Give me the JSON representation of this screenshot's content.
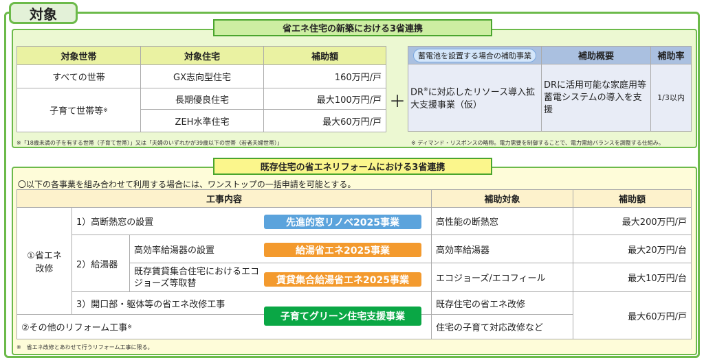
{
  "tab_label": "対象",
  "new_build": {
    "title": "省エネ住宅の新築における3省連携",
    "headers": [
      "対象世帯",
      "対象住宅",
      "補助額"
    ],
    "rows": [
      {
        "household": "すべての世帯",
        "house": "GX志向型住宅",
        "amount": "160万円/戸"
      },
      {
        "household": "子育て世帯等",
        "house": "長期優良住宅",
        "amount": "最大100万円/戸"
      },
      {
        "house": "ZEH水準住宅",
        "amount": "最大60万円/戸"
      }
    ],
    "mark": "※",
    "plus": "＋",
    "footnote": "※「18歳未満の子を有する世帯（子育て世帯）」又は「夫婦のいずれかが39歳以下の世帯（若者夫婦世帯）」",
    "battery": {
      "headers": [
        "蓄電池を設置する場合の補助事業",
        "補助概要",
        "補助率"
      ],
      "program_a": "DR",
      "program_b": "に対応したリソース導入拡大支援事業（仮）",
      "summary": "DRに活用可能な家庭用等蓄電システムの導入を支援",
      "rate": "1/3以内",
      "footnote": "※ ディマンド・リスポンスの略称。電力需要を制御することで、電力需給バランスを調整する仕組み。"
    }
  },
  "reform": {
    "title": "既存住宅の省エネリフォームにおける3省連携",
    "intro": "〇以下の各事業を組み合わせて利用する場合には、ワンストップの一括申請を可能とする。",
    "headers": [
      "工事内容",
      "補助対象",
      "補助額"
    ],
    "group1": "①省エネ改修",
    "item1": "1）高断熱窓の設置",
    "item2": "2）給湯器",
    "item2a": "高効率給湯器の設置",
    "item2b": "既存賃貸集合住宅におけるエコジョーズ等取替",
    "item3": "3）開口部・躯体等の省エネ改修工事",
    "group2": "②その他のリフォーム工事",
    "programs": [
      "先進的窓リノベ2025事業",
      "給湯省エネ2025事業",
      "賃貸集合給湯省エネ2025事業",
      "子育てグリーン住宅支援事業"
    ],
    "targets": [
      "高性能の断熱窓",
      "高効率給湯器",
      "エコジョーズ/エコフィール",
      "既存住宅の省エネ改修",
      "住宅の子育て対応改修など"
    ],
    "amounts": [
      "最大200万円/戸",
      "最大20万円/台",
      "最大10万円/台",
      "最大60万円/戸"
    ],
    "footnote": "※　省エネ改修とあわせて行うリフォーム工事に限る。"
  },
  "colors": {
    "green": "#6cba4a",
    "blue": "#5ba3dc",
    "orange": "#f39a2e",
    "badge_green": "#0aa745"
  }
}
